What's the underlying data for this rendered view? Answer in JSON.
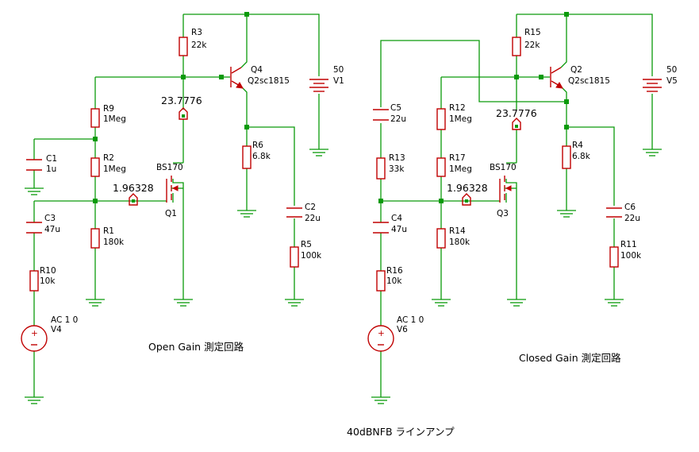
{
  "left": {
    "caption": "Open Gain  測定回路",
    "R3": [
      "R3",
      "22k"
    ],
    "Q4": [
      "Q4",
      "Q2sc1815"
    ],
    "V1": [
      "50",
      "V1"
    ],
    "R9": [
      "R9",
      "1Meg"
    ],
    "probe_top": "23.7776",
    "C1": [
      "C1",
      "1u"
    ],
    "R2": [
      "R2",
      "1Meg"
    ],
    "R6": [
      "R6",
      "6.8k"
    ],
    "Q1": [
      "BS170",
      "Q1"
    ],
    "probe_gate": "1.96328",
    "C3": [
      "C3",
      "47u"
    ],
    "C2": [
      "C2",
      "22u"
    ],
    "R1": [
      "R1",
      "180k"
    ],
    "R5": [
      "R5",
      "100k"
    ],
    "R10": [
      "R10",
      "10k"
    ],
    "V4": [
      "AC 1 0",
      "V4"
    ]
  },
  "right": {
    "caption": "Closed Gain  測定回路",
    "R15": [
      "R15",
      "22k"
    ],
    "Q2": [
      "Q2",
      "Q2sc1815"
    ],
    "V5": [
      "50",
      "V5"
    ],
    "C5": [
      "C5",
      "22u"
    ],
    "R12": [
      "R12",
      "1Meg"
    ],
    "probe_top": "23.7776",
    "R13": [
      "R13",
      "33k"
    ],
    "R17": [
      "R17",
      "1Meg"
    ],
    "R4": [
      "R4",
      "6.8k"
    ],
    "Q3": [
      "BS170",
      "Q3"
    ],
    "probe_gate": "1.96328",
    "C4": [
      "C4",
      "47u"
    ],
    "C6": [
      "C6",
      "22u"
    ],
    "R14": [
      "R14",
      "180k"
    ],
    "R11": [
      "R11",
      "100k"
    ],
    "R16": [
      "R16",
      "10k"
    ],
    "V6": [
      "AC 1 0",
      "V6"
    ]
  },
  "title": "40dBNFB ラインアンプ"
}
